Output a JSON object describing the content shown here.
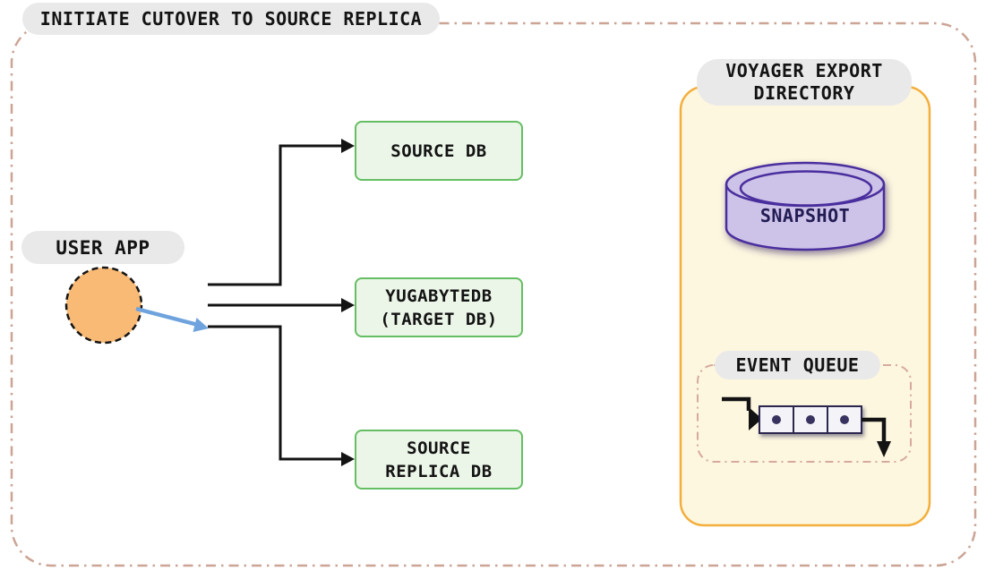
{
  "diagram": {
    "title": "INITIATE CUTOVER TO SOURCE REPLICA",
    "user_app": {
      "label": "USER APP"
    },
    "db_boxes": {
      "source_db": "SOURCE DB",
      "target_db": "YUGABYTEDB\n(TARGET DB)",
      "source_replica_db": "SOURCE\nREPLICA DB"
    },
    "voyager_panel": {
      "label": "VOYAGER EXPORT\nDIRECTORY",
      "snapshot_label": "SNAPSHOT",
      "event_queue_label": "EVENT QUEUE",
      "queue_cell_count": 3
    },
    "connections": [
      {
        "from": "user-app-trunk",
        "to": "source-db",
        "style": "black-arrow"
      },
      {
        "from": "user-app-trunk",
        "to": "yugabytedb-target-db",
        "style": "black-arrow"
      },
      {
        "from": "user-app-trunk",
        "to": "source-replica-db",
        "style": "black-arrow"
      },
      {
        "from": "user-app",
        "to": "source-replica-branch",
        "style": "blue-highlight-arrow"
      }
    ],
    "colors": {
      "outer_border": "#CBA496",
      "pill_bg": "#E9E9E9",
      "db_box_fill": "#EBF6E8",
      "db_box_border": "#65BE63",
      "panel_fill": "#FDF7DF",
      "panel_border": "#F3AE3B",
      "event_queue_border": "#D7A99E",
      "cylinder_fill": "#CDC2E7",
      "cylinder_border": "#4A2E9E",
      "snapshot_text": "#221C55",
      "queue_cell_fill": "#F4F3F7",
      "queue_cell_border": "#2B2550",
      "user_app_fill": "#F9BA76",
      "highlight_arrow": "#6FA3DD",
      "arrow": "#131313"
    }
  }
}
